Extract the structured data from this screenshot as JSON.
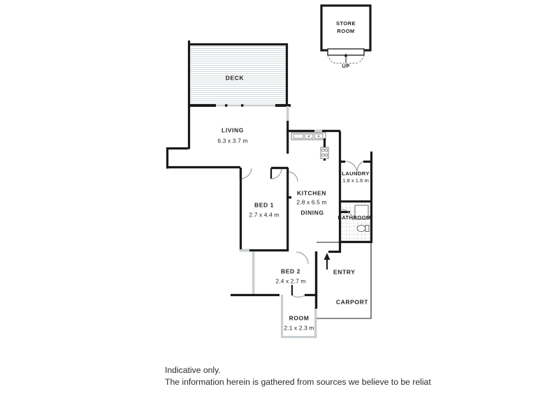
{
  "document": {
    "type": "floor-plan",
    "background_color": "#ffffff",
    "line_color": "#1a1a1a",
    "window_color": "#c9ced2",
    "deck_hatch_color": "#d9dde0",
    "tile_hatch_color": "#c8ccd0"
  },
  "rooms": [
    {
      "id": "store-room",
      "name_line1": "STORE",
      "name_line2": "ROOM",
      "dimensions": ""
    },
    {
      "id": "deck",
      "name": "DECK",
      "dimensions": ""
    },
    {
      "id": "living",
      "name": "LIVING",
      "dimensions": "6.3 x 3.7 m"
    },
    {
      "id": "kitchen",
      "name": "KITCHEN",
      "dimensions": "2.8 x 6.5 m"
    },
    {
      "id": "dining",
      "name": "DINING",
      "dimensions": ""
    },
    {
      "id": "laundry",
      "name": "LAUNDRY",
      "dimensions": "1.8 x 1.6 m"
    },
    {
      "id": "bathroom",
      "name": "BATHROOM",
      "dimensions": ""
    },
    {
      "id": "bed-1",
      "name": "BED 1",
      "dimensions": "2.7 x 4.4 m"
    },
    {
      "id": "bed-2",
      "name": "BED 2",
      "dimensions": "2.4 x 2.7 m"
    },
    {
      "id": "room",
      "name": "ROOM",
      "dimensions": "2.1 x 2.3 m"
    },
    {
      "id": "carport",
      "name": "CARPORT",
      "dimensions": ""
    }
  ],
  "annotations": {
    "stairs_up": "UP",
    "entry": "ENTRY"
  },
  "footer": {
    "line1": "Indicative only.",
    "line2": "The information herein is gathered from sources we believe to be reliat"
  }
}
